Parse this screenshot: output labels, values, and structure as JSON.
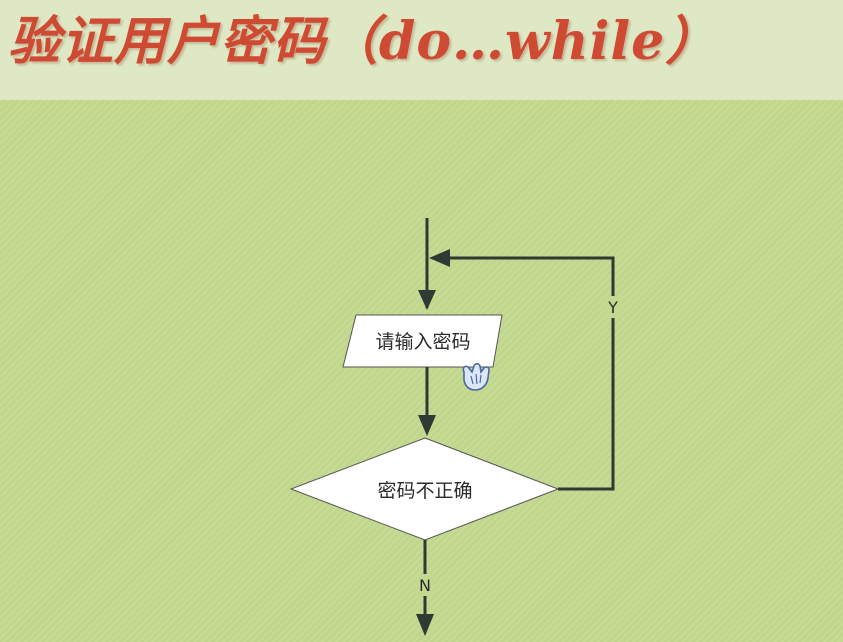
{
  "slide": {
    "title": "验证用户密码（do…while）"
  },
  "flowchart": {
    "input_node": {
      "label": "请输入密码"
    },
    "decision_node": {
      "label": "密码不正确"
    },
    "branch_yes": {
      "label": "Y"
    },
    "branch_no": {
      "label": "N"
    }
  },
  "colors": {
    "background": "#c4d98f",
    "header_band": "#dfe8c4",
    "title_text": "#cf4a33",
    "lines": "#2f3a35",
    "node_fill": "#ffffff"
  },
  "cursor": {
    "icon": "hand-pointer-icon"
  }
}
